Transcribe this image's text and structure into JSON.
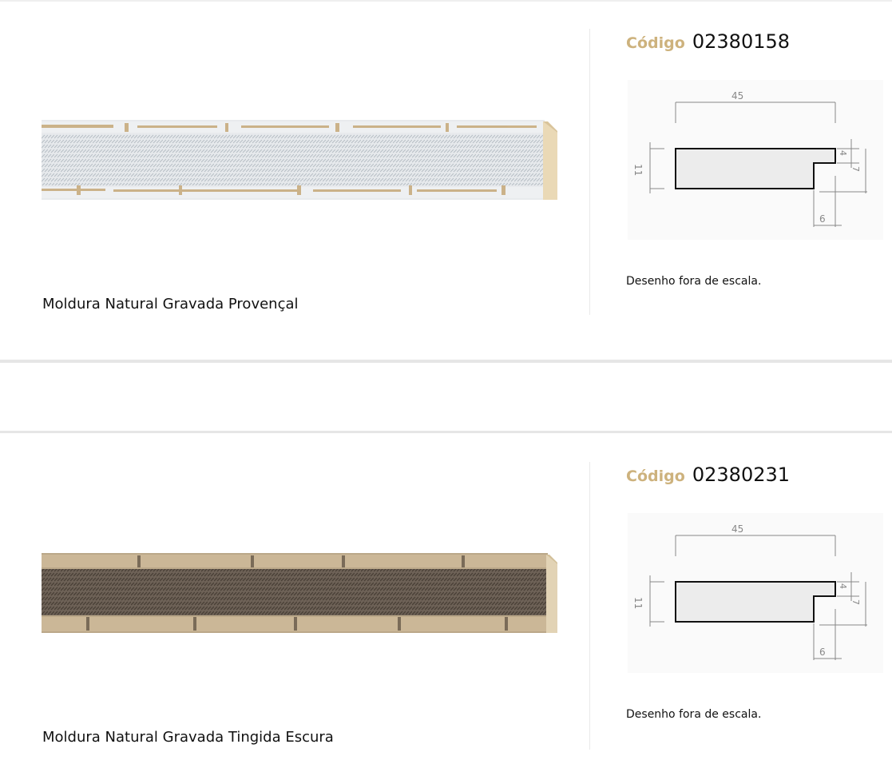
{
  "products": [
    {
      "name": "Moldura Natural Gravada Provençal",
      "code_label": "Código",
      "code": "02380158",
      "drawing_note": "Desenho fora de escala.",
      "dimensions": {
        "width": "45",
        "height": "11",
        "rabbet_height": "4",
        "rabbet_depth": "7",
        "rabbet_width": "6"
      },
      "finish": "white-washed",
      "colors": {
        "base": "#e3e6e9",
        "trim": "#c6a877",
        "groove": "#b9c0c6",
        "wood_end": "#ead9b6"
      }
    },
    {
      "name": "Moldura Natural Gravada Tingida Escura",
      "code_label": "Código",
      "code": "02380231",
      "drawing_note": "Desenho fora de escala.",
      "dimensions": {
        "width": "45",
        "height": "11",
        "rabbet_height": "4",
        "rabbet_depth": "7",
        "rabbet_width": "6"
      },
      "finish": "dark-stained",
      "colors": {
        "base": "#6b5e52",
        "trim": "#cbb797",
        "groove": "#4a4037",
        "wood_end": "#e2d3b5"
      }
    }
  ],
  "accent_color": "#cdb27d"
}
